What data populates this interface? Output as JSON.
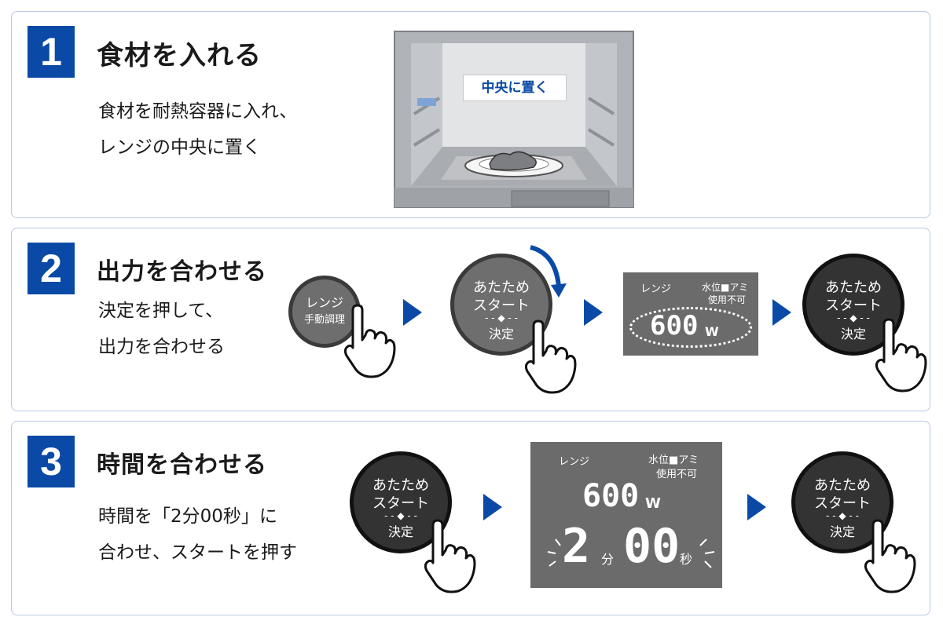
{
  "step1": {
    "number": "1",
    "title": "食材を入れる",
    "desc_line1": "食材を耐熱容器に入れ、",
    "desc_line2": "レンジの中央に置く",
    "oven_label": "中央に置く"
  },
  "step2": {
    "number": "2",
    "title": "出力を合わせる",
    "desc_line1": "決定を押して、",
    "desc_line2": "出力を合わせる",
    "dial_line1": "レンジ",
    "dial_line2": "手動調理",
    "start_line1": "あたため",
    "start_line2": "スタート",
    "start_line3": "決定",
    "display_mode": "レンジ",
    "display_water1": "水位■アミ",
    "display_water2": "使用不可",
    "display_power": "600",
    "display_unit": "W"
  },
  "step3": {
    "number": "3",
    "title": "時間を合わせる",
    "desc_line1": "時間を「2分00秒」に",
    "desc_line2": "合わせ、スタートを押す",
    "start_line1": "あたため",
    "start_line2": "スタート",
    "start_line3": "決定",
    "display_mode": "レンジ",
    "display_water1": "水位■アミ",
    "display_water2": "使用不可",
    "display_power": "600",
    "display_unit": "W",
    "display_min": "2",
    "display_min_label": "分",
    "display_sec": "00",
    "display_sec_label": "秒"
  },
  "colors": {
    "accent": "#0a4aa6",
    "panel_border": "#b9c7e4",
    "lcd": "#6b6b6b"
  },
  "icons": [
    "hand-press-icon",
    "play-arrow-icon",
    "rotate-arrow-icon"
  ]
}
